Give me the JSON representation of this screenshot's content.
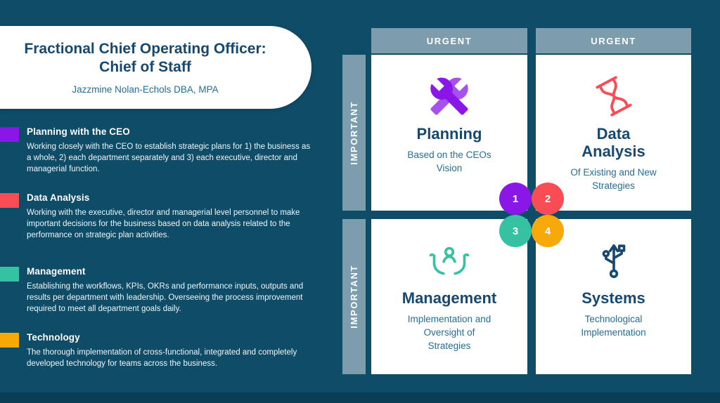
{
  "colors": {
    "background": "#0f4c68",
    "footer_bar": "#0a3e57",
    "card_white": "#ffffff",
    "navy_text": "#17486f",
    "teal_text": "#256e94",
    "bar_gray_blue": "#7d9dad",
    "purple": "#8a16e8",
    "red": "#f94d55",
    "teal": "#34c2a2",
    "yellow": "#f7a90a"
  },
  "header": {
    "title": "Fractional Chief Operating Officer: Chief of Staff",
    "subtitle": "Jazzmine Nolan-Echols DBA, MPA"
  },
  "sections": [
    {
      "title": "Planning with the CEO",
      "body": "Working closely with the CEO to establish strategic plans for 1) the business as a whole, 2) each department separately and 3) each executive, director and managerial function.",
      "color": "#8a16e8"
    },
    {
      "title": "Data Analysis",
      "body": "Working with the executive, director and managerial level personnel to make important decisions for the business based on data analysis related to the performance on strategic plan activities.",
      "color": "#f94d55"
    },
    {
      "title": "Management",
      "body": "Establishing the workflows, KPIs, OKRs and performance inputs, outputs and results per department with leadership. Overseeing the process improvement required to meet all department goals daily.",
      "color": "#34c2a2"
    },
    {
      "title": "Technology",
      "body": "The thorough implementation of cross-functional, integrated and completely developed technology for teams across the business.",
      "color": "#f7a90a"
    }
  ],
  "matrix": {
    "column_headers": [
      "URGENT",
      "URGENT"
    ],
    "row_labels": [
      "IMPORTANT",
      "IMPORTANT"
    ],
    "quadrants": [
      {
        "number": "1",
        "title": "Planning",
        "subtitle": "Based on the CEOs Vision",
        "icon": "wrench-icon",
        "color": "#8a16e8"
      },
      {
        "number": "2",
        "title": "Data Analysis",
        "subtitle": "Of Existing and New Strategies",
        "icon": "hourglass-icon",
        "color": "#f94d55"
      },
      {
        "number": "3",
        "title": "Management",
        "subtitle": "Implementation and Oversight of Strategies",
        "icon": "hands-person-icon",
        "color": "#34c2a2"
      },
      {
        "number": "4",
        "title": "Systems",
        "subtitle": "Technological Implementation",
        "icon": "usb-arrow-icon",
        "color": "#17486f"
      }
    ],
    "badges": [
      {
        "number": "1",
        "color": "#8a16e8"
      },
      {
        "number": "2",
        "color": "#f94d55"
      },
      {
        "number": "3",
        "color": "#34c2a2"
      },
      {
        "number": "4",
        "color": "#f7a90a"
      }
    ]
  }
}
